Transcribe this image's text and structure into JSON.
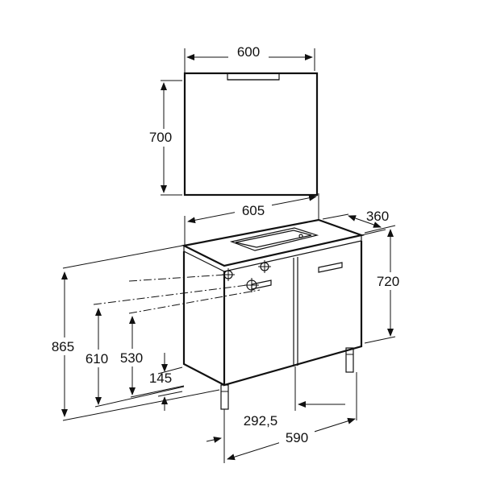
{
  "diagram": {
    "colors": {
      "line": "#111111",
      "background": "#ffffff"
    },
    "mirror": {
      "width_label": "600",
      "height_label": "700"
    },
    "cabinet": {
      "top_width_label": "605",
      "depth_label": "360",
      "cabinet_height_label": "720",
      "total_height_label": "865",
      "drain_height_label": "610",
      "inlet_height_label": "530",
      "leg_height_label": "145",
      "drain_offset_label": "292,5",
      "base_width_label": "590"
    }
  }
}
